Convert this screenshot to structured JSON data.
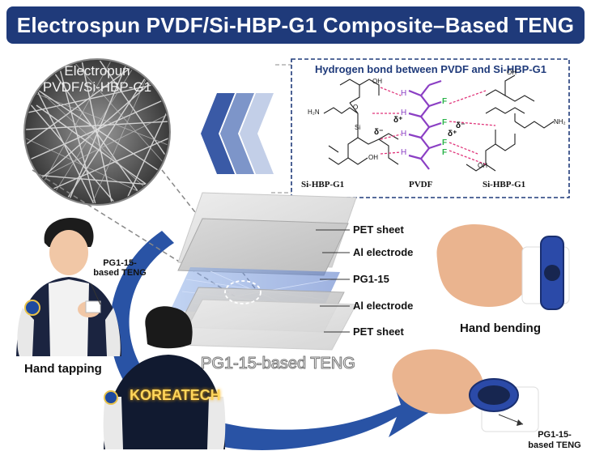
{
  "header": {
    "title": "Electrospun PVDF/Si-HBP-G1 Composite–Based TENG"
  },
  "sem_circle": {
    "line1": "Electropun",
    "line2": "PVDF/Si-HBP-G1"
  },
  "hbond_panel": {
    "title": "Hydrogen bond between PVDF and Si-HBP-G1",
    "left_molecule": "Si-HBP-G1",
    "center_molecule": "PVDF",
    "right_molecule": "Si-HBP-G1",
    "atom_labels": [
      "H",
      "H",
      "H",
      "H",
      "F",
      "F",
      "F",
      "F",
      "δ⁺",
      "δ⁻",
      "δ⁺",
      "δ⁻"
    ],
    "group_labels": [
      "OH",
      "H₂N",
      "O",
      "Si",
      "OH",
      "OH",
      "NH₂",
      "OH"
    ]
  },
  "device_layers": [
    "PET sheet",
    "Al electrode",
    "PG1-15",
    "Al electrode",
    "PET sheet"
  ],
  "device_label": "PG1-15-based TENG",
  "left_person": {
    "tag_line1": "PG1-15-",
    "tag_line2": "based TENG",
    "caption": "Hand tapping"
  },
  "jacket_text": "KOREATECH",
  "right_top": {
    "caption": "Hand bending"
  },
  "right_bottom": {
    "tag_line1": "PG1-15-",
    "tag_line2": "based TENG"
  },
  "colors": {
    "title_bg": "#1f3a7a",
    "arrow_blue": "#1e4aa0",
    "pvdf_purple": "#8b3fc4",
    "fluorine_green": "#2bb34a",
    "hbond_pink": "#e0357a",
    "panel_border": "#1f3a7a"
  }
}
